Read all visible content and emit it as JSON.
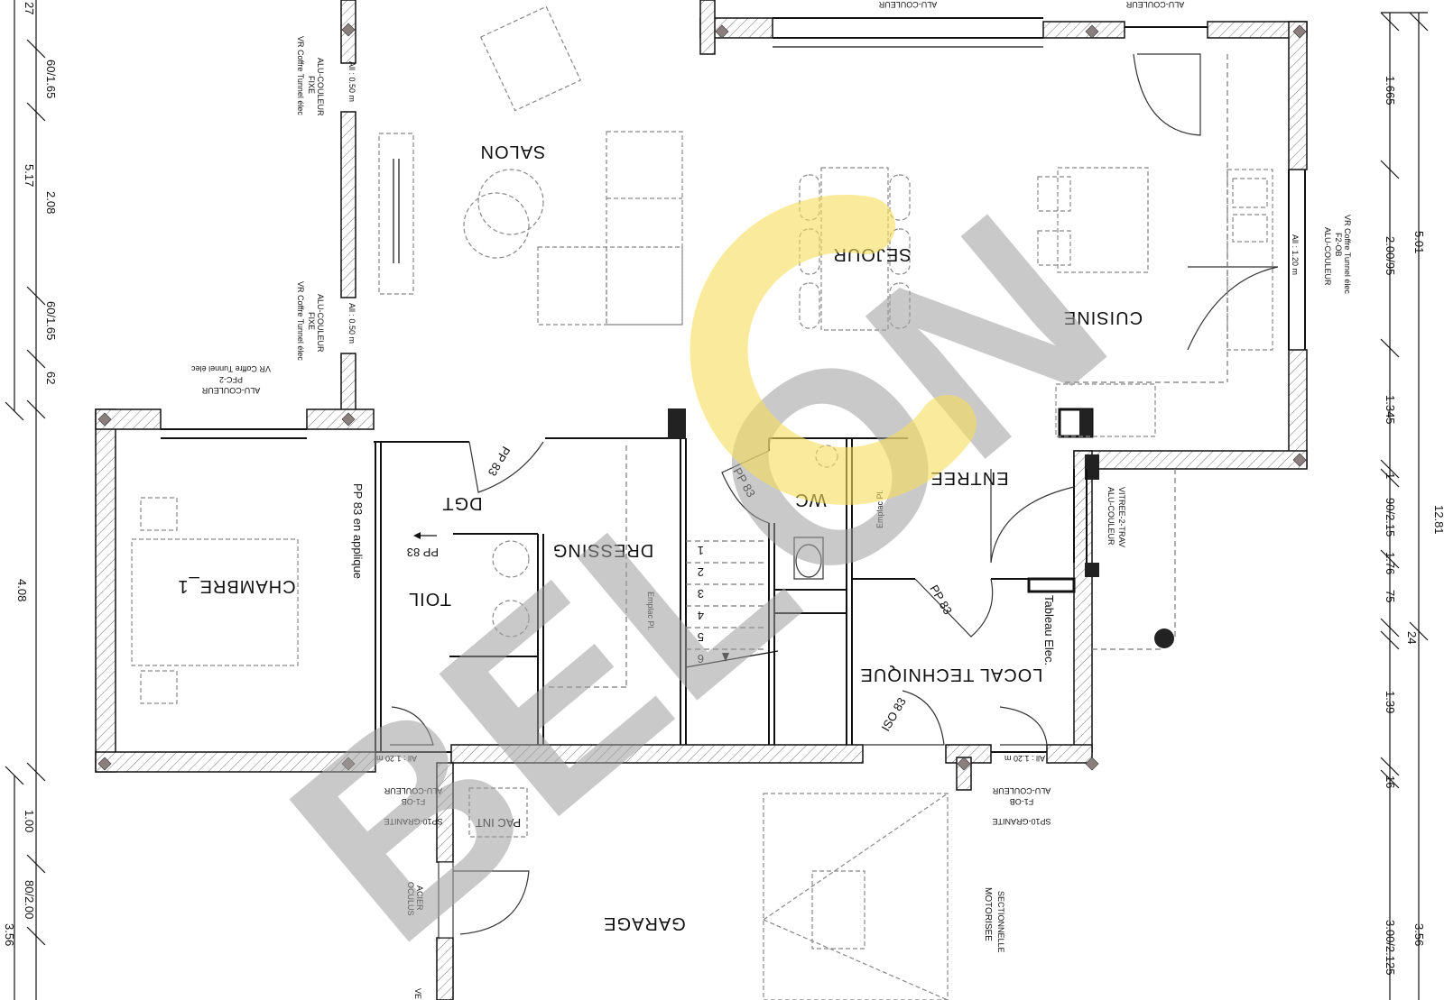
{
  "rooms": {
    "salon": "SALON",
    "sejour": "SEJOUR",
    "cuisine": "CUISINE",
    "entree": "ENTREE",
    "wc": "WC",
    "dgt": "DGT",
    "dressing": "DRESSING",
    "toil": "TOIL",
    "chambre": "CHAMBRE_1",
    "local_technique": "LOCAL TECHNIQUE",
    "garage": "GARAGE"
  },
  "labels": {
    "pp83_dgt": "PP 83",
    "pp83_toil": "PP 83",
    "pp83_wc": "PP 83",
    "pp83_entree": "PP 83",
    "iso83": "ISO 83",
    "pp83_applique": "PP 83 en applique",
    "emplac_dressing": "Emplac Pl.",
    "emplac_entree": "Emplac Pl.",
    "tableau_elec": "Tableau Elec.",
    "pac_int": "PAC INT",
    "stairs": [
      "1",
      "2",
      "3",
      "4",
      "5",
      "6"
    ]
  },
  "windows": {
    "top_left": "ALU-COULEUR",
    "top_right": "ALU-COULEUR",
    "all_050_a": "All : 0.50 m",
    "all_050_b": "All : 0.50 m",
    "west_a": [
      "ALU-COULEUR",
      "FIXE",
      "VR Coffre Tunnel élec"
    ],
    "west_b": [
      "ALU-COULEUR",
      "FIXE",
      "VR Coffre Tunnel élec"
    ],
    "pfc2": [
      "VR Coffre Tunnel élec",
      "PFC-2",
      "ALU-COULEUR"
    ],
    "east_kitchen": [
      "VR Coffre Tunnel élec",
      "F2-OB",
      "ALU-COULEUR"
    ],
    "all_120_kitchen": "All : 1.20 m",
    "vitree": [
      "VITREE-2-TRAV",
      "ALU-COULEUR"
    ],
    "all_120_a": "All : 1.20 m",
    "all_120_b": "All : 1.20 m",
    "f1ob_left": [
      "ALU-COULEUR",
      "F1-OB",
      "SP10-GRANITE"
    ],
    "f1ob_right": [
      "ALU-COULEUR",
      "F1-OB",
      "SP10-GRANITE"
    ],
    "acier": [
      "ACIER",
      "OCULUS"
    ],
    "sectionnelle": [
      "SECTIONNELLE",
      "MOTORISEE"
    ],
    "bottom_cut": "VE"
  },
  "dimensions_left": {
    "top_cut": "27",
    "d1": "60/1.65",
    "d2": "2.08",
    "d3": "60/1.65",
    "d4": "62",
    "total_upper": "5.17",
    "d5": "4.08",
    "d6": "1.00",
    "d7": "80/2.00",
    "d8": "3.56"
  },
  "dimensions_right": {
    "r1": "1.665",
    "r2": "2.00/95",
    "r3": "1.345",
    "r4": "1",
    "r5": "90/2.15",
    "r6": "1.76",
    "r7": "75",
    "r8": "24",
    "r9": "1.39",
    "r10": "16",
    "r11": "3.00/2.125",
    "total_a": "5.01",
    "total_b": "12.81",
    "total_c": "3.56"
  },
  "watermark": "BELON",
  "colors": {
    "watermark_gray": "#9e9e9e",
    "watermark_yellow": "#f7de5a",
    "post": "#8a7f7f"
  }
}
